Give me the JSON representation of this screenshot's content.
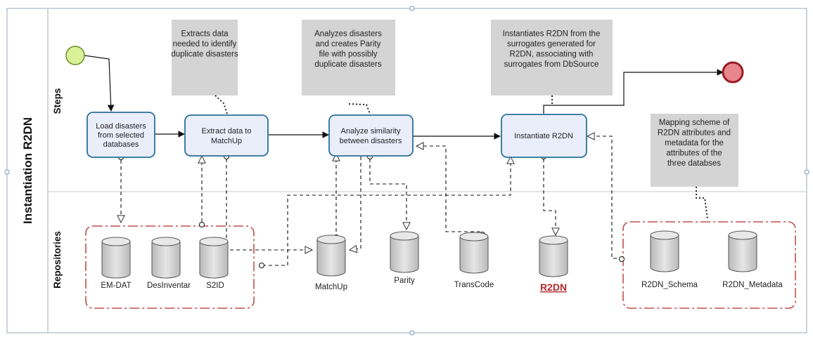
{
  "pool": {
    "title": "Instantiation R2DN"
  },
  "lanes": {
    "steps": "Steps",
    "repositories": "Repositories"
  },
  "tasks": {
    "load": [
      "Load disasters",
      "from selected",
      "databases"
    ],
    "extract": [
      "Extract data to",
      "MatchUp"
    ],
    "analyze": [
      "Analyze similarity",
      "between disasters"
    ],
    "instantiate": [
      "Instantiate R2DN"
    ]
  },
  "annotations": {
    "extract": [
      "Extracts data",
      "needed to identify",
      "duplicate disasters"
    ],
    "analyze": [
      "Analyzes disasters",
      "and creates Parity",
      "file with possibly",
      "duplicate disasters"
    ],
    "instantiate": [
      "Instantiates R2DN from the",
      "surrogates generated for",
      "R2DN, associating with",
      "surrogates from DbSource"
    ],
    "mapping": [
      "Mapping scheme of",
      "R2DN attributes and",
      "metadata for the",
      "attributes of the",
      "three databses"
    ]
  },
  "repositories": {
    "emdat": "EM-DAT",
    "desinventar": "DesInventar",
    "s2id": "S2ID",
    "matchup": "MatchUp",
    "parity": "Parity",
    "transcode": "TransCode",
    "r2dn": "R2DN",
    "schema": "R2DN_Schema",
    "metadata": "R2DN_Metadata"
  },
  "colors": {
    "task_fill": "#eaeefb",
    "task_stroke": "#2b6f9a",
    "annotation_fill": "#d4d4d4",
    "start_fill": "#d9f29a",
    "start_stroke": "#6b8e23",
    "end_fill": "#e8868c",
    "end_stroke": "#9b1c24",
    "group_stroke": "#c0504d",
    "highlight_text": "#b3282d"
  }
}
